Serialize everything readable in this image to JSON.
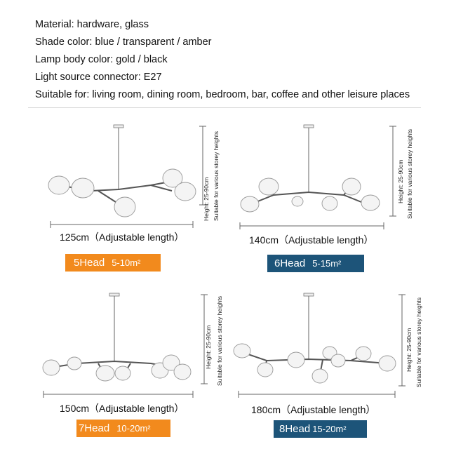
{
  "specs": [
    "Material: hardware, glass",
    "Shade color: blue / transparent / amber",
    "Lamp body color: gold / black",
    "Light source connector: E27",
    "Suitable for: living room, dining room, bedroom, bar, coffee and other leisure places"
  ],
  "products": [
    {
      "width_label": "125cm（Adjustable length）",
      "heads": "5Head",
      "area": "5-10m²",
      "badge_color": "#f28a1d",
      "height_label": "Height: 25-90cm",
      "storey_label": "Suitable for various storey heights",
      "globe_count": 5
    },
    {
      "width_label": "140cm（Adjustable length）",
      "heads": "6Head",
      "area": "5-15m²",
      "badge_color": "#1d5479",
      "height_label": "Height: 25-90cm",
      "storey_label": "Suitable for various storey heights",
      "globe_count": 6
    },
    {
      "width_label": "150cm（Adjustable length）",
      "heads": "7Head",
      "area": "10-20m²",
      "badge_color": "#f28a1d",
      "height_label": "Height: 25-90cm",
      "storey_label": "Suitable for various storey heights",
      "globe_count": 7
    },
    {
      "width_label": "180cm（Adjustable length）",
      "heads": "8Head",
      "area": "15-20m²",
      "badge_color": "#1d5479",
      "height_label": "Height: 25-90cm",
      "storey_label": "Suitable for various storey heights",
      "globe_count": 8
    }
  ]
}
